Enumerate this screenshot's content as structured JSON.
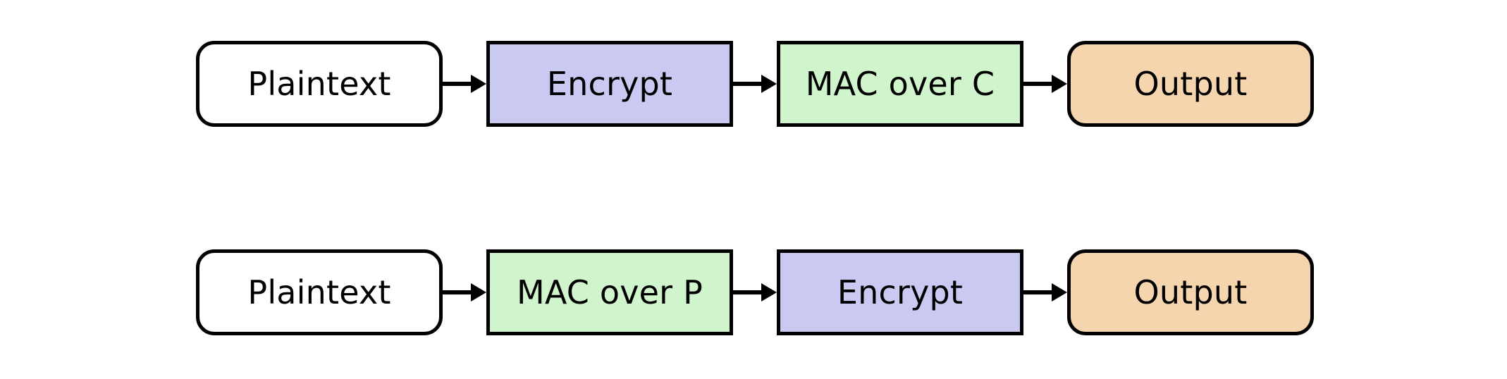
{
  "figure": {
    "background_color": "#ffffff",
    "border_color": "#000000",
    "text_color": "#000000"
  },
  "palette": {
    "plaintext_fill": "#ffffff",
    "encrypt_fill": "#c9c9f2",
    "mac_fill": "#d0f5cd",
    "output_fill": "#f5d5ae",
    "stroke": "#000000"
  },
  "rows": [
    {
      "name": "encrypt-then-mac",
      "nodes": [
        {
          "id": "plaintext",
          "label": "Plaintext",
          "fill": "#ffffff",
          "shape": "rounded",
          "width_class": "w-plaintext",
          "icon": "document-icon"
        },
        {
          "id": "encrypt",
          "label": "Encrypt",
          "fill": "#c9c9f2",
          "shape": "sharp",
          "width_class": "w-crypto",
          "icon": "lock-icon"
        },
        {
          "id": "mac",
          "label": "MAC over C",
          "fill": "#d0f5cd",
          "shape": "sharp",
          "width_class": "w-mac",
          "icon": "signature-icon"
        },
        {
          "id": "output",
          "label": "Output",
          "fill": "#f5d5ae",
          "shape": "rounded",
          "width_class": "w-output",
          "icon": "package-icon"
        }
      ],
      "arrows": [
        "arrow-right-icon",
        "arrow-right-icon",
        "arrow-right-icon"
      ]
    },
    {
      "name": "mac-then-encrypt",
      "nodes": [
        {
          "id": "plaintext",
          "label": "Plaintext",
          "fill": "#ffffff",
          "shape": "rounded",
          "width_class": "w-plaintext",
          "icon": "document-icon"
        },
        {
          "id": "mac",
          "label": "MAC over P",
          "fill": "#d0f5cd",
          "shape": "sharp",
          "width_class": "w-mac",
          "icon": "signature-icon"
        },
        {
          "id": "encrypt",
          "label": "Encrypt",
          "fill": "#c9c9f2",
          "shape": "sharp",
          "width_class": "w-crypto",
          "icon": "lock-icon"
        },
        {
          "id": "output",
          "label": "Output",
          "fill": "#f5d5ae",
          "shape": "rounded",
          "width_class": "w-output",
          "icon": "package-icon"
        }
      ],
      "arrows": [
        "arrow-right-icon",
        "arrow-right-icon",
        "arrow-right-icon"
      ]
    }
  ]
}
